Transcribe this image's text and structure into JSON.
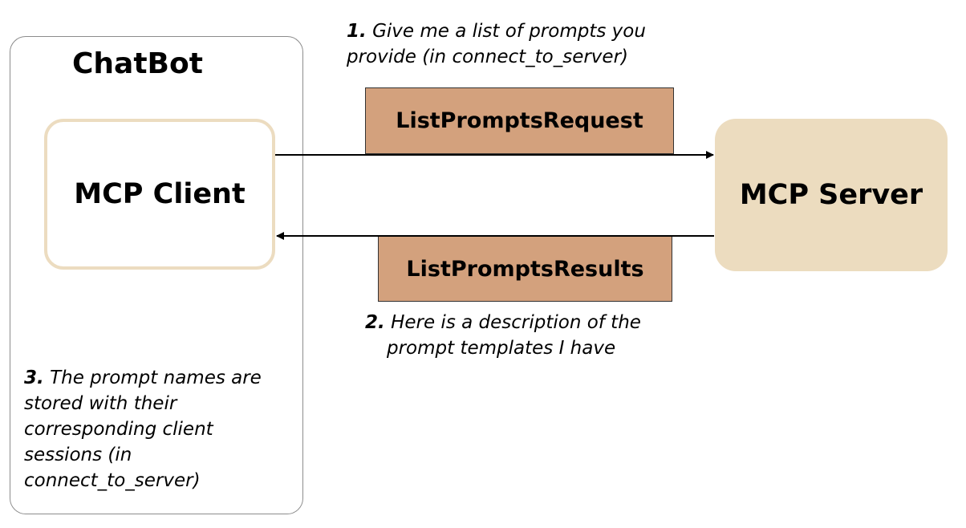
{
  "chatbot": {
    "title": "ChatBot",
    "client_label": "MCP Client",
    "note": {
      "number": "3.",
      "lines": [
        "The prompt names are",
        "stored with their",
        "corresponding client",
        "sessions (in",
        "connect_to_server)"
      ]
    }
  },
  "server": {
    "label": "MCP Server"
  },
  "messages": {
    "request": {
      "label": "ListPromptsRequest",
      "note": {
        "number": "1.",
        "lines": [
          "Give me a list of prompts you",
          "provide (in connect_to_server)"
        ]
      }
    },
    "results": {
      "label": "ListPromptsResults",
      "note": {
        "number": "2.",
        "lines": [
          "Here is a description of the",
          "prompt templates I have"
        ]
      }
    }
  },
  "colors": {
    "client_border": "#ecdcc0",
    "server_fill": "#ecdcbf",
    "message_fill": "#d3a17d",
    "frame_border": "#8c8c8c",
    "arrow": "#000000"
  }
}
